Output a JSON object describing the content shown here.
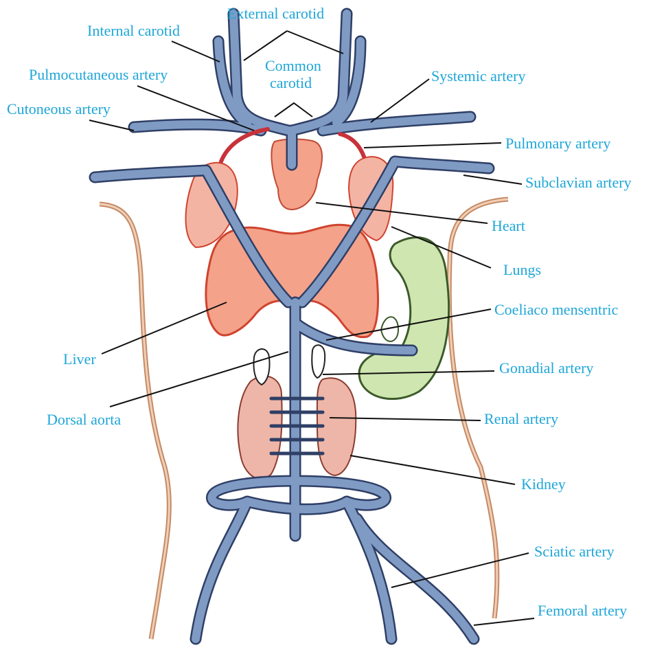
{
  "labels": {
    "external_carotid": "External carotid",
    "internal_carotid": "Internal carotid",
    "common_carotid_1": "Common",
    "common_carotid_2": "carotid",
    "pulmocutaneous": "Pulmocutaneous  artery",
    "systemic": "Systemic artery",
    "cutaneous": "Cutoneous  artery",
    "pulmonary": "Pulmonary artery",
    "subclavian": "Subclavian artery",
    "heart": "Heart",
    "lungs": "Lungs",
    "coeliaco": "Coeliaco mensentric",
    "liver": "Liver",
    "gonadial": "Gonadial artery",
    "dorsal_aorta": "Dorsal aorta",
    "renal": "Renal artery",
    "kidney": "Kidney",
    "sciatic": "Sciatic artery",
    "femoral": "Femoral artery"
  },
  "colors": {
    "label": "#1ea6d8",
    "vessel": "#7f9bc4",
    "vessel_outline": "#2f3f66",
    "organ": "#f2a08c",
    "organ_outline": "#d0432e",
    "stomach": "#cfe6b0",
    "body_outline": "#d4a584"
  }
}
